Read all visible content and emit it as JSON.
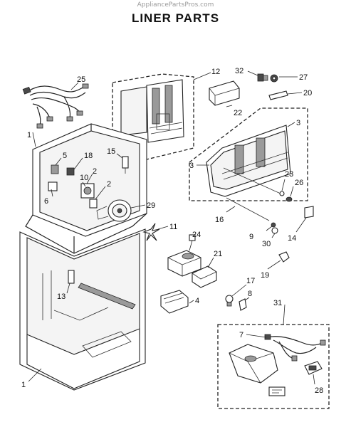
{
  "header": {
    "watermark": "AppliancePartsPros.com",
    "title": "LINER PARTS"
  },
  "callouts": {
    "c25": "25",
    "c12": "12",
    "c32": "32",
    "c27": "27",
    "c20": "20",
    "c22": "22",
    "c3a": "3",
    "c3b": "3",
    "c1a": "1",
    "c5": "5",
    "c18": "18",
    "c15": "15",
    "c2a": "2",
    "c10": "10",
    "c2b": "2",
    "c6": "6",
    "c29": "29",
    "c23": "23",
    "c26": "26",
    "c16": "16",
    "c9": "9",
    "c30": "30",
    "c14": "14",
    "c11": "11",
    "c24": "24",
    "c21": "21",
    "c19": "19",
    "c13": "13",
    "c17": "17",
    "c8": "8",
    "c4": "4",
    "c31": "31",
    "c7": "7",
    "c28": "28",
    "c1b": "1"
  }
}
